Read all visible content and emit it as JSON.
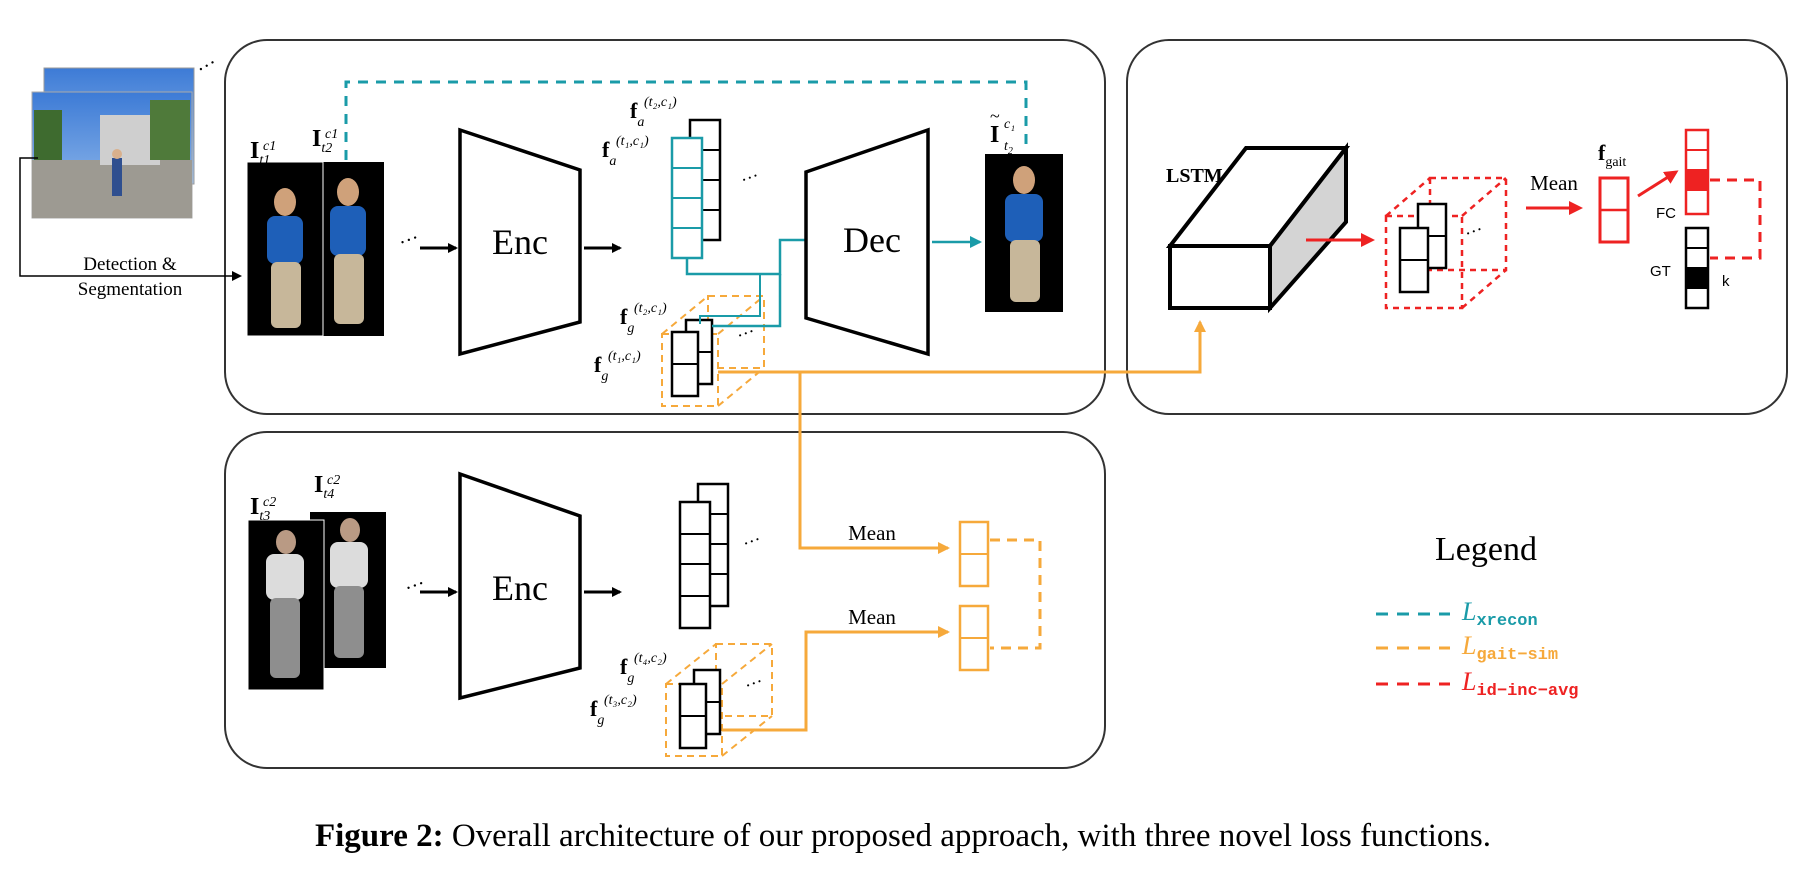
{
  "colors": {
    "xrecon": "#1a9ba8",
    "gait_sim": "#f6a93b",
    "id_inc_avg": "#ee2222",
    "panel_stroke": "#333333"
  },
  "labels": {
    "detection_line1": "Detection &",
    "detection_line2": "Segmentation",
    "enc_top": "Enc",
    "enc_bottom": "Enc",
    "dec": "Dec",
    "lstm": "LSTM",
    "mean_top_right": "Mean",
    "mean_bottom_1": "Mean",
    "mean_bottom_2": "Mean",
    "f_main": "f",
    "f_a_sub": "a",
    "f_g_sub": "g",
    "f_gait_sub": "gait",
    "sup_t2c1": "(t",
    "fc": "FC",
    "gt": "GT",
    "k": "k",
    "ellipsis": "…",
    "img_I": "I",
    "img_I_t1_sub": "t1",
    "img_I_t2_sub": "t2",
    "img_I_t3_sub": "t3",
    "img_I_t4_sub": "t4",
    "img_c1_sup": "c1",
    "img_c2_sup": "c2",
    "recon_sub": "t",
    "recon_sub2": "2"
  },
  "feature_labels": {
    "fa_t2c1": "(t₂,c₁)",
    "fa_t1c1": "(t₁,c₁)",
    "fg_t2c1": "(t₂,c₁)",
    "fg_t1c1": "(t₁,c₁)",
    "fg_t4c2": "(t₄,c₂)",
    "fg_t3c2": "(t₃,c₂)",
    "recon_sup": "c₁"
  },
  "legend": {
    "title": "Legend",
    "items": [
      {
        "main": "L",
        "sub": "xrecon",
        "color_key": "xrecon"
      },
      {
        "main": "L",
        "sub": "gait−sim",
        "color_key": "gait_sim"
      },
      {
        "main": "L",
        "sub": "id−inc−avg",
        "color_key": "id_inc_avg"
      }
    ]
  },
  "caption": {
    "label": "Figure 2:",
    "text": " Overall architecture of our proposed approach, with three novel loss functions."
  }
}
